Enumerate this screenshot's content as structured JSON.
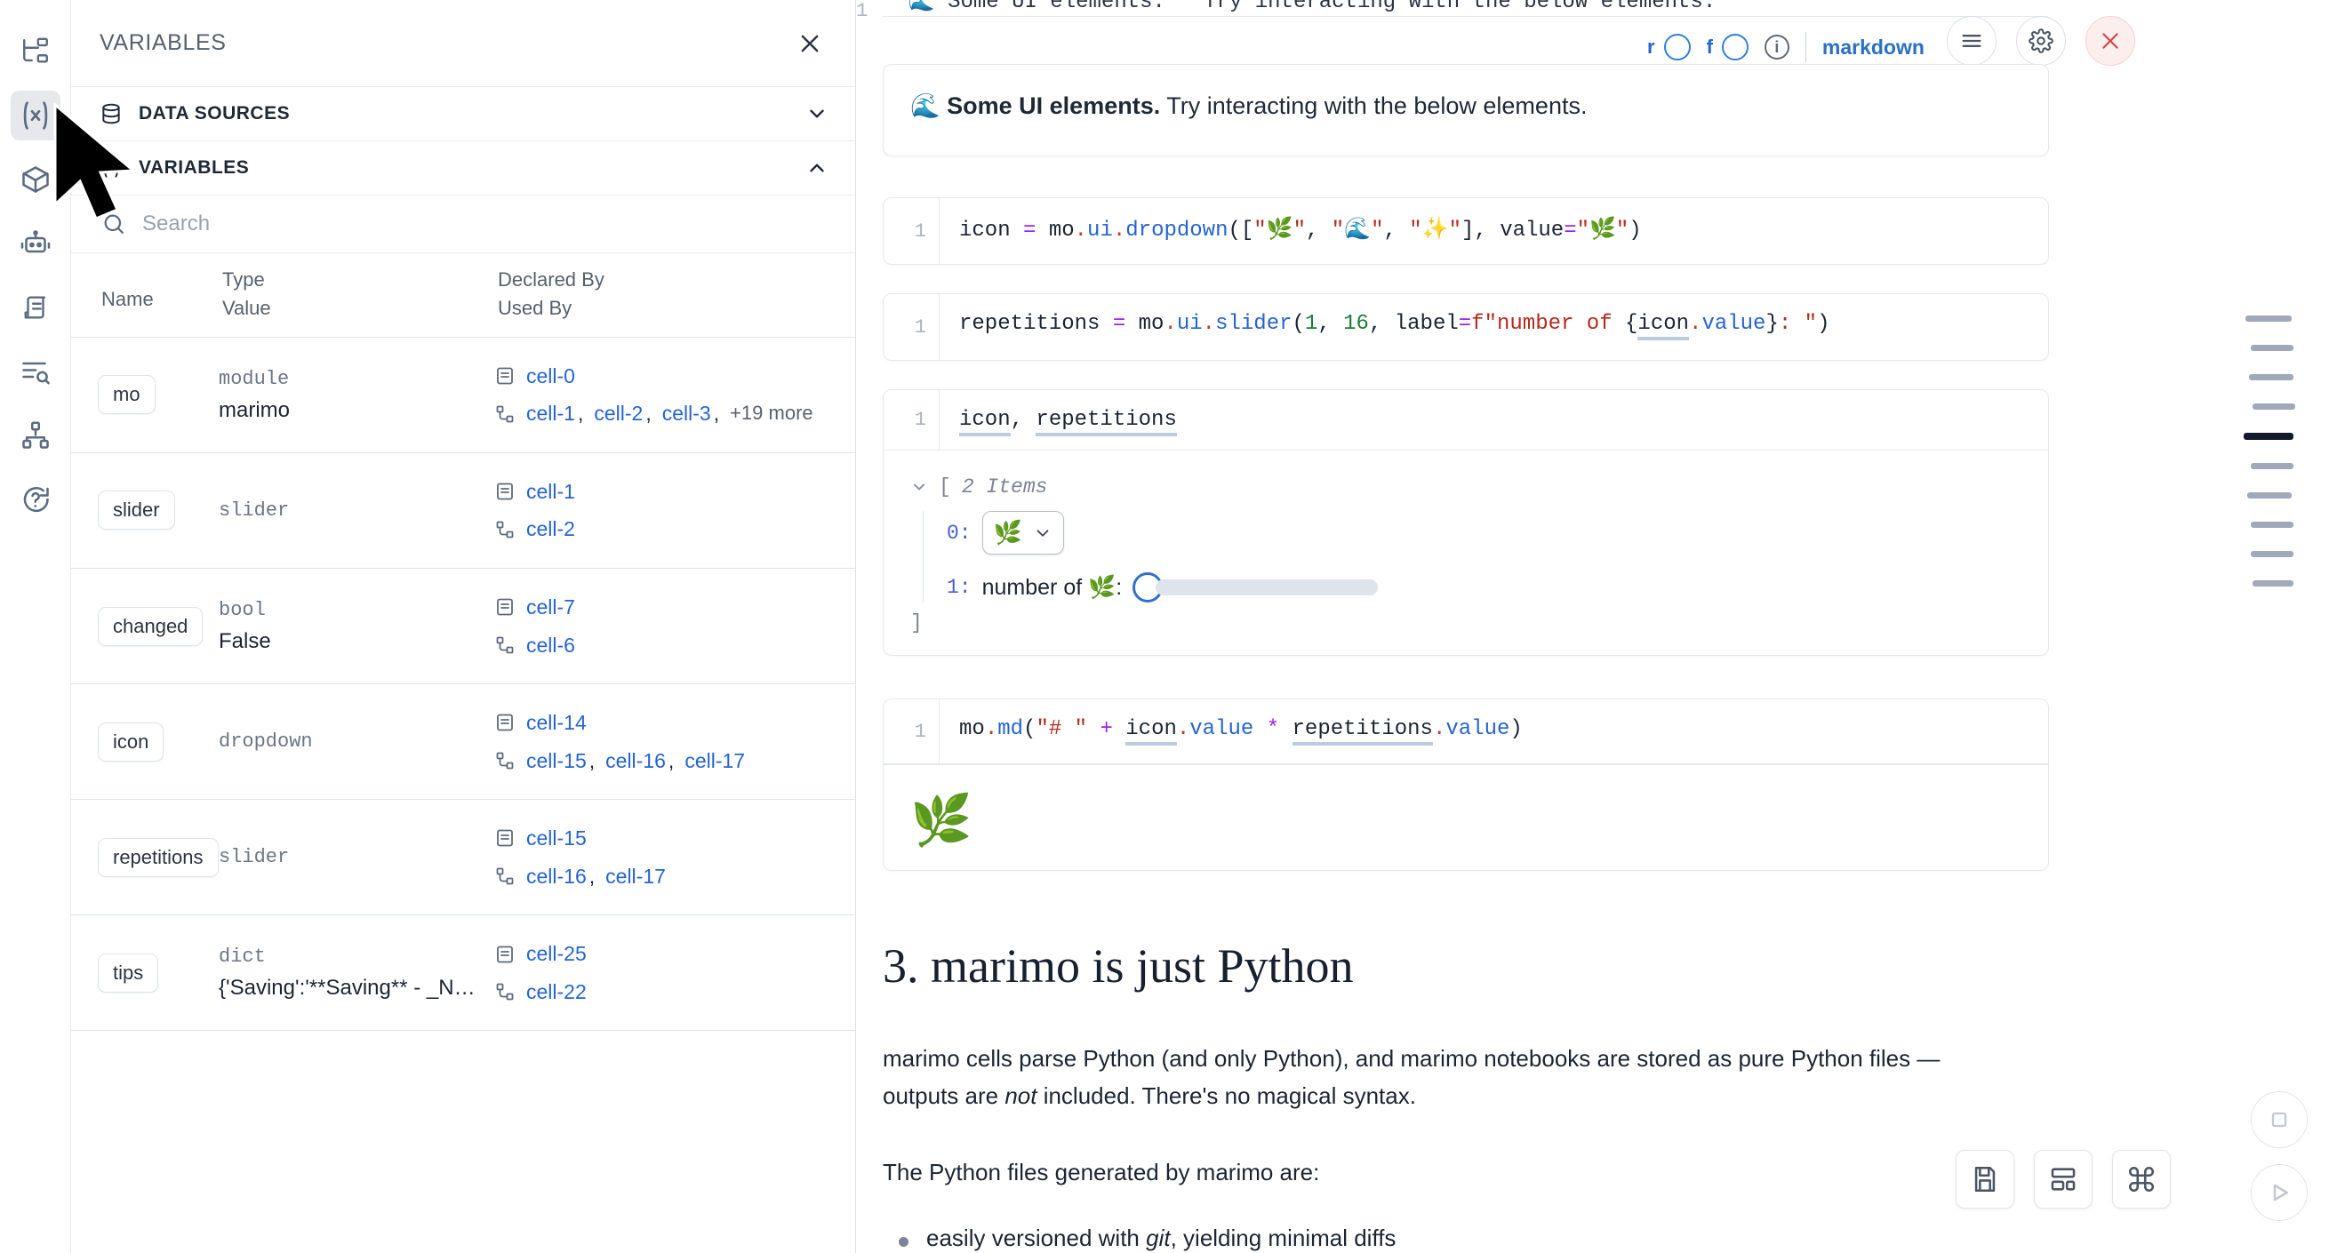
{
  "activity_bar": {
    "items": [
      {
        "name": "file-tree-icon",
        "label": "Explorer"
      },
      {
        "name": "variables-icon",
        "label": "Variables",
        "active": true
      },
      {
        "name": "package-icon",
        "label": "Packages"
      },
      {
        "name": "robot-icon",
        "label": "Chat"
      },
      {
        "name": "scratchpad-icon",
        "label": "Scratchpad"
      },
      {
        "name": "outline-search-icon",
        "label": "Find"
      },
      {
        "name": "dependency-graph-icon",
        "label": "Dependency graph"
      },
      {
        "name": "help-icon",
        "label": "Help"
      }
    ]
  },
  "panel": {
    "title": "VARIABLES",
    "close_label": "×",
    "sections": [
      {
        "label": "DATA SOURCES",
        "icon": "database-icon",
        "expanded": false,
        "chevron": "chevron-down-icon"
      },
      {
        "label": "VARIABLES",
        "icon": "variables-icon",
        "expanded": true,
        "chevron": "chevron-up-icon"
      }
    ],
    "search": {
      "placeholder": "Search",
      "value": ""
    },
    "table": {
      "headers": {
        "name": "Name",
        "type": "Type",
        "value": "Value",
        "declared_by": "Declared By",
        "used_by": "Used By"
      },
      "rows": [
        {
          "name": "mo",
          "type": "module",
          "value": "marimo",
          "declared_by": [
            "cell-0"
          ],
          "used_by": [
            "cell-1",
            "cell-2",
            "cell-3"
          ],
          "used_by_more": "+19 more"
        },
        {
          "name": "slider",
          "type": "slider",
          "value": "",
          "declared_by": [
            "cell-1"
          ],
          "used_by": [
            "cell-2"
          ],
          "used_by_more": ""
        },
        {
          "name": "changed",
          "type": "bool",
          "value": "False",
          "declared_by": [
            "cell-7"
          ],
          "used_by": [
            "cell-6"
          ],
          "used_by_more": ""
        },
        {
          "name": "icon",
          "type": "dropdown",
          "value": "",
          "declared_by": [
            "cell-14"
          ],
          "used_by": [
            "cell-15",
            "cell-16",
            "cell-17"
          ],
          "used_by_more": ""
        },
        {
          "name": "repetitions",
          "type": "slider",
          "value": "",
          "declared_by": [
            "cell-15"
          ],
          "used_by": [
            "cell-16",
            "cell-17"
          ],
          "used_by_more": ""
        },
        {
          "name": "tips",
          "type": "dict",
          "value": "{'Saving':'**Saving** - _Na…",
          "declared_by": [
            "cell-25"
          ],
          "used_by": [
            "cell-22"
          ],
          "used_by_more": ""
        }
      ]
    }
  },
  "notebook": {
    "top_truncated_code": "\"\"🌊 Some UI elements.\"\" Try interacting with the below elements.",
    "cell_toolbar": {
      "r_label": "r",
      "f_label": "f",
      "info_label": "i",
      "language": "markdown",
      "menu_icon": "hamburger-icon",
      "settings_icon": "gear-icon",
      "delete_icon": "close-icon"
    },
    "markdown_output": {
      "emoji": "🌊",
      "bold_text": "Some UI elements.",
      "rest_text": " Try interacting with the below elements."
    },
    "cells": [
      {
        "id": "cell-icon-dropdown",
        "line_number": "1",
        "code_plain": "icon = mo.ui.dropdown([\"🌿\", \"🌊\", \"✨\"], value=\"🌿\")"
      },
      {
        "id": "cell-repetitions-slider",
        "line_number": "1",
        "code_plain": "repetitions = mo.ui.slider(1, 16, label=f\"number of {icon.value}: \")"
      },
      {
        "id": "cell-icon-repetitions-output",
        "line_number": "1",
        "code_plain": "icon, repetitions"
      },
      {
        "id": "cell-md-output",
        "line_number": "1",
        "code_plain": "mo.md(\"# \" + icon.value * repetitions.value)"
      }
    ],
    "inspector": {
      "bracket_open": "[",
      "items_label": "2 Items",
      "bracket_close": "]",
      "entries": [
        {
          "key": "0:",
          "widget": "dropdown",
          "value_emoji": "🌿"
        },
        {
          "key": "1:",
          "label": "number of 🌿:",
          "widget": "slider",
          "slider_value": 1,
          "slider_min": 1,
          "slider_max": 16
        }
      ]
    },
    "md_render_output": {
      "emoji": "🌿"
    },
    "section": {
      "heading": "3. marimo is just Python",
      "paragraph_1_a": "marimo cells parse Python (and only Python), and marimo notebooks are stored as pure Python files — outputs are ",
      "paragraph_1_em": "not",
      "paragraph_1_b": " included. There's no magical syntax.",
      "paragraph_2": "The Python files generated by marimo are:",
      "bullets": [
        {
          "text_a": "easily versioned with ",
          "em": "git",
          "text_b": ", yielding minimal diffs"
        }
      ]
    }
  },
  "minimap": {
    "ticks": [
      {
        "offset": 22,
        "width": 52,
        "active": false
      },
      {
        "offset": 28,
        "width": 48,
        "active": false
      },
      {
        "offset": 26,
        "width": 50,
        "active": false
      },
      {
        "offset": 30,
        "width": 48,
        "active": false
      },
      {
        "offset": 20,
        "width": 56,
        "active": true
      },
      {
        "offset": 28,
        "width": 48,
        "active": false
      },
      {
        "offset": 24,
        "width": 50,
        "active": false
      },
      {
        "offset": 28,
        "width": 48,
        "active": false
      },
      {
        "offset": 28,
        "width": 48,
        "active": false
      },
      {
        "offset": 30,
        "width": 46,
        "active": false
      }
    ]
  },
  "floating_controls": {
    "buttons": [
      {
        "name": "save-button",
        "icon": "floppy-disk-icon"
      },
      {
        "name": "layout-button",
        "icon": "layout-grid-icon"
      },
      {
        "name": "command-palette-button",
        "icon": "command-icon"
      }
    ],
    "run_stack": [
      {
        "name": "interrupt-button",
        "icon": "stop-square-icon"
      },
      {
        "name": "run-button",
        "icon": "play-icon"
      }
    ]
  },
  "colors": {
    "accent_blue": "#2563d4",
    "link_blue": "#2563d4",
    "danger_red": "#d64545",
    "border": "#dfe3ea",
    "muted_text": "#55616f"
  }
}
